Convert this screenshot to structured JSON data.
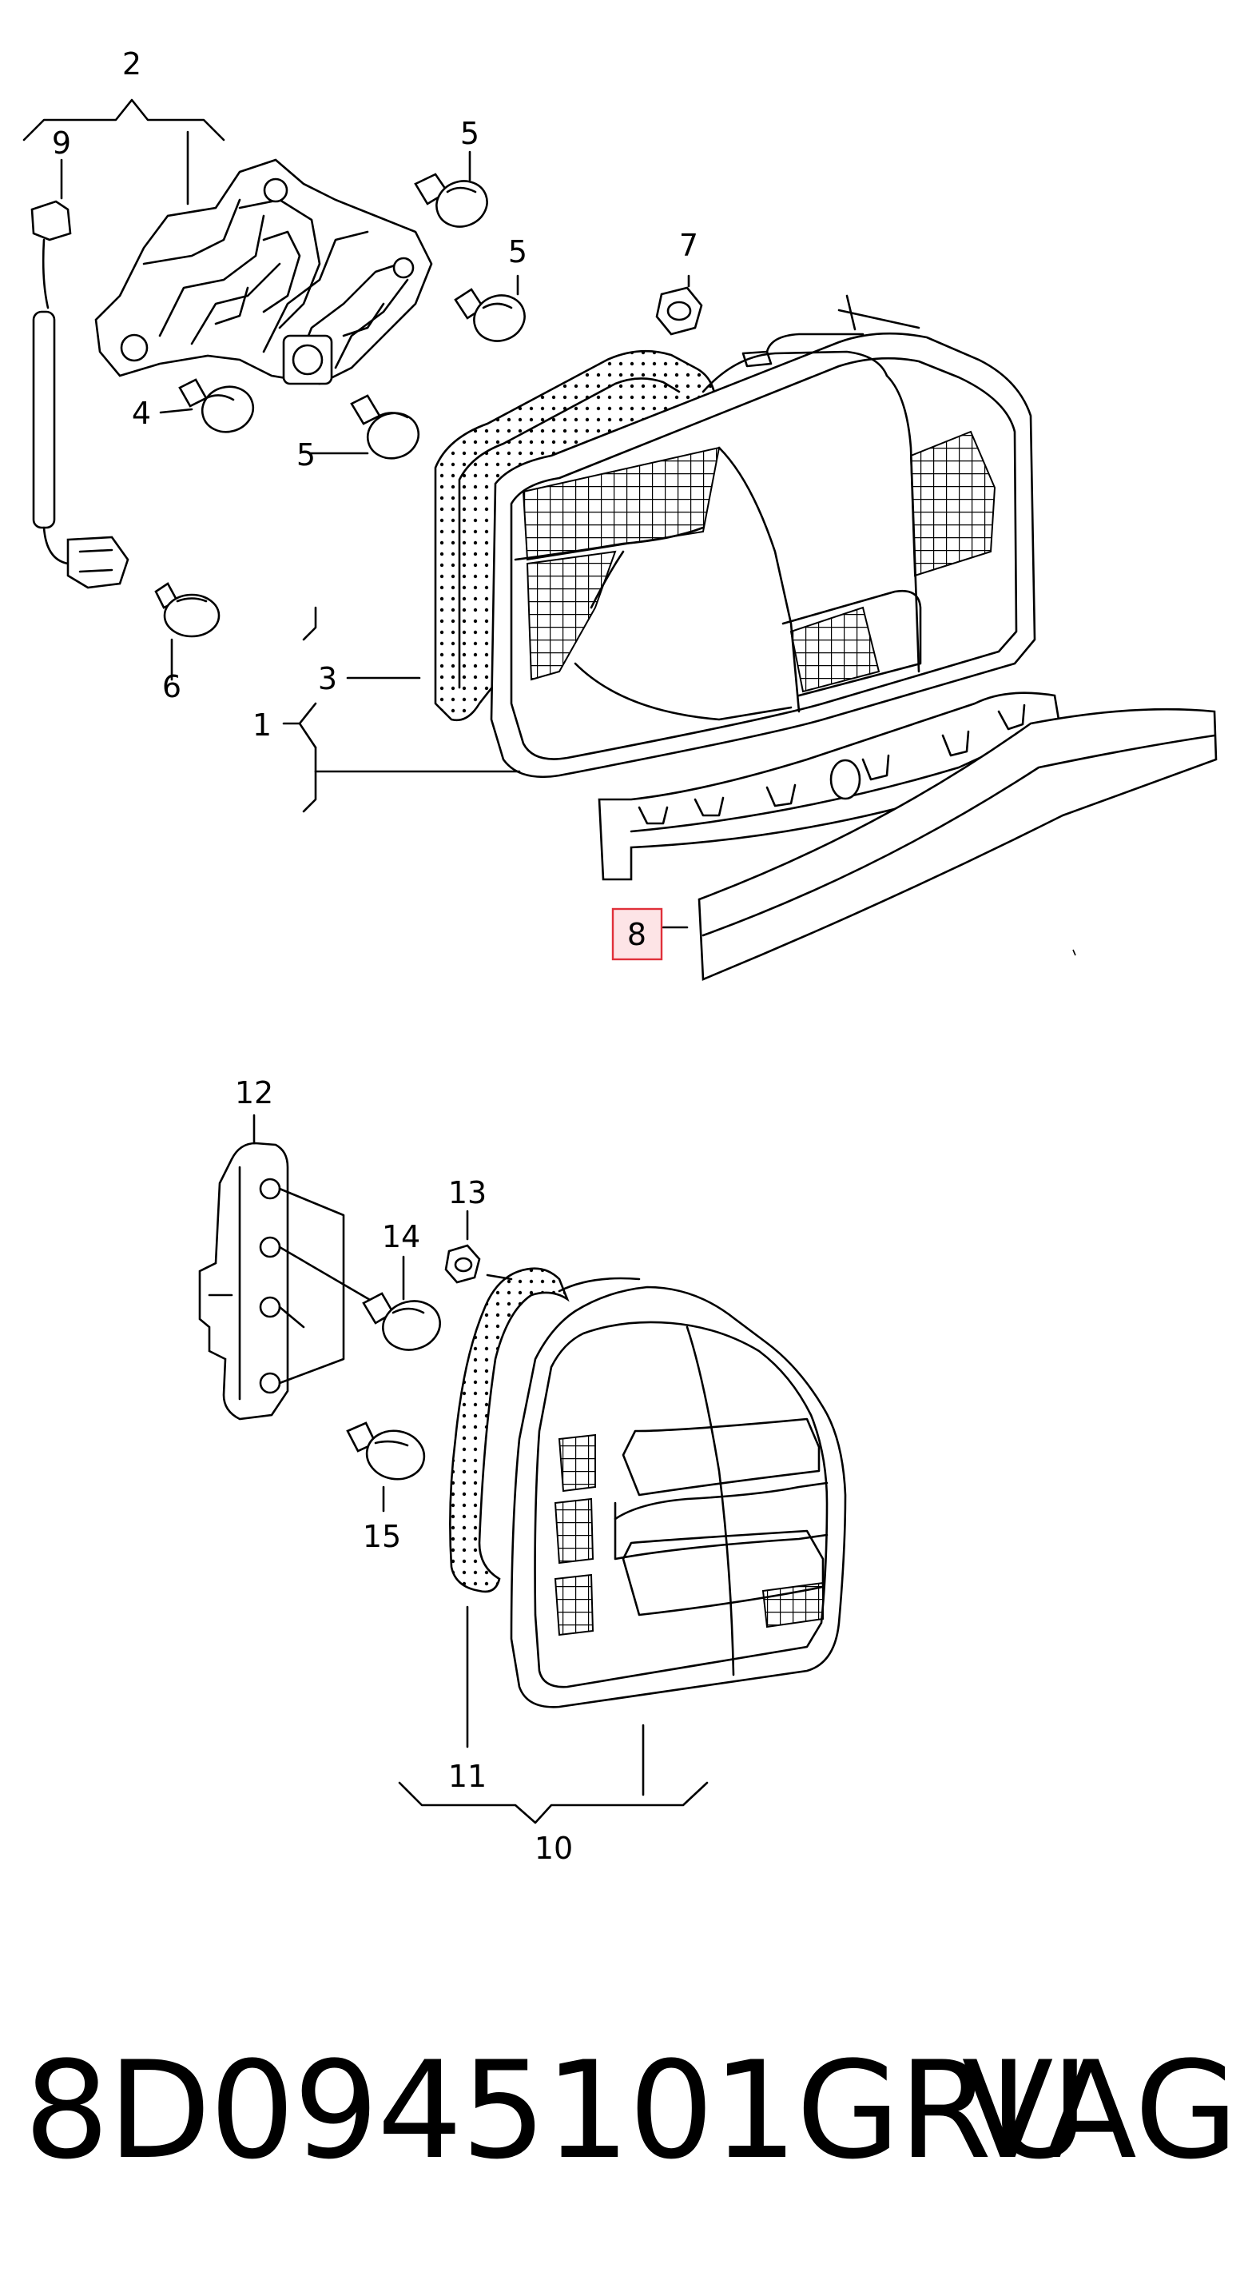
{
  "callouts": {
    "c1": "1",
    "c2": "2",
    "c3": "3",
    "c4": "4",
    "c5a": "5",
    "c5b": "5",
    "c5c": "5",
    "c6": "6",
    "c7": "7",
    "c8": "8",
    "c9": "9",
    "c10": "10",
    "c11": "11",
    "c12": "12",
    "c13": "13",
    "c14": "14",
    "c15": "15"
  },
  "highlight": {
    "callout": "8",
    "color": "#e0303a",
    "fill": "#fde4e6"
  },
  "footer": {
    "part_number": "8D0945101GRU",
    "brand": "VAG"
  }
}
